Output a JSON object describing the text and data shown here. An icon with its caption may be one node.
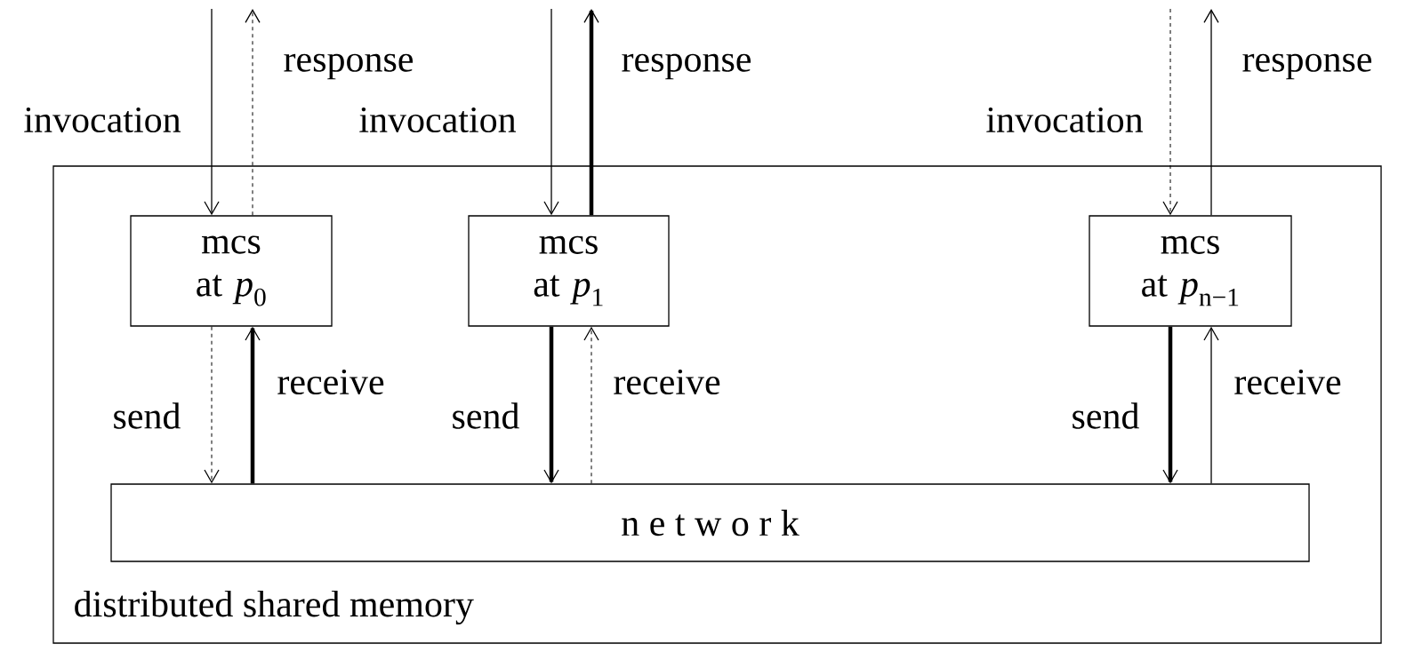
{
  "diagram": {
    "nodes": [
      {
        "text": [
          "distributed shared memory"
        ]
      },
      {
        "text": [
          "mcs at *p*$_{0}$"
        ],
        "in": 0
      },
      {
        "text": [
          "mcs at *p*$_{1}$"
        ],
        "in": 0
      },
      {
        "text": [
          "mcs at *p*$_{n−1}$"
        ],
        "in": 0
      },
      {
        "text": [
          "n e t w o r k"
        ],
        "in": 0
      }
    ],
    "edges": [
      {
        "from": null,
        "to": 1,
        "arrow": "to",
        "label": "invocation"
      },
      {
        "from": 1,
        "to": null,
        "arrow": "to",
        "label": "response",
        "style": "dashed"
      },
      {
        "from": 1,
        "to": 4,
        "arrow": "to",
        "label": "send",
        "style": "dashed"
      },
      {
        "from": 4,
        "to": 1,
        "arrow": "to",
        "label": "receive",
        "style": "thick"
      },
      {
        "from": null,
        "to": 2,
        "arrow": "to",
        "label": "invocation"
      },
      {
        "from": 2,
        "to": null,
        "arrow": "to",
        "label": "response",
        "style": "thick"
      },
      {
        "from": 2,
        "to": 4,
        "arrow": "to",
        "label": "send",
        "style": "thick"
      },
      {
        "from": 4,
        "to": 2,
        "arrow": "to",
        "label": "receive",
        "style": "dashed"
      },
      {
        "from": null,
        "to": 3,
        "arrow": "to",
        "label": "invocation",
        "style": "dashed"
      },
      {
        "from": 3,
        "to": null,
        "arrow": "to",
        "label": "response"
      },
      {
        "from": 3,
        "to": 4,
        "arrow": "to",
        "label": "send",
        "style": "thick"
      },
      {
        "from": 4,
        "to": 3,
        "arrow": "to",
        "label": "receive"
      }
    ]
  }
}
